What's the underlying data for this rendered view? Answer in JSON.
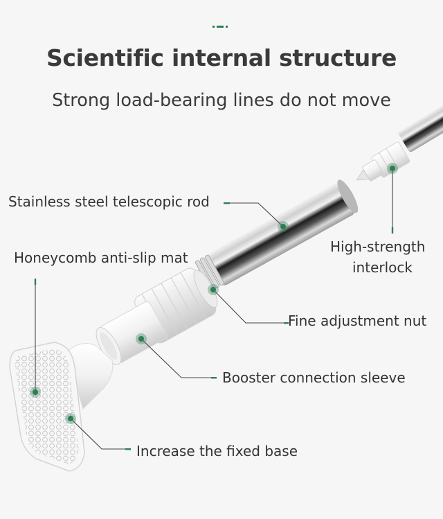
{
  "title": "Scientific internal structure",
  "subtitle": "Strong load-bearing lines do not move",
  "labels": {
    "rod": "Stainless steel telescopic rod",
    "mat": "Honeycomb anti-slip mat",
    "interlock_line1": "High-strength",
    "interlock_line2": "interlock",
    "nut": "Fine adjustment nut",
    "sleeve": "Booster connection sleeve",
    "base": "Increase the fixed base"
  },
  "colors": {
    "accent": "#2e7d52",
    "text": "#3a3a3a",
    "background": "#f6f6f6"
  }
}
